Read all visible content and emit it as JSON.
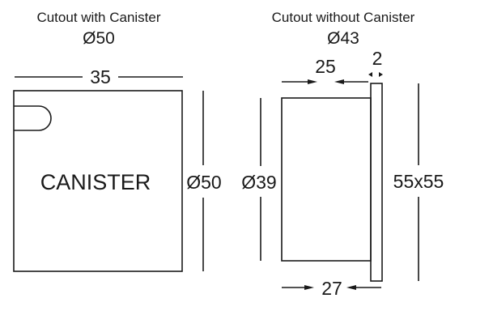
{
  "left_view": {
    "title": "Cutout with Canister",
    "cutout_diameter": "Ø50",
    "width_dim": "35",
    "height_dim": "Ø50",
    "body_label": "CANISTER"
  },
  "right_view": {
    "title": "Cutout without Canister",
    "cutout_diameter": "Ø43",
    "depth_dim": "25",
    "flange_dim": "2",
    "body_height_dim": "Ø39",
    "plate_dim": "55x55",
    "total_depth_dim": "27"
  },
  "colors": {
    "line": "#1a1a1a",
    "background": "#ffffff"
  }
}
